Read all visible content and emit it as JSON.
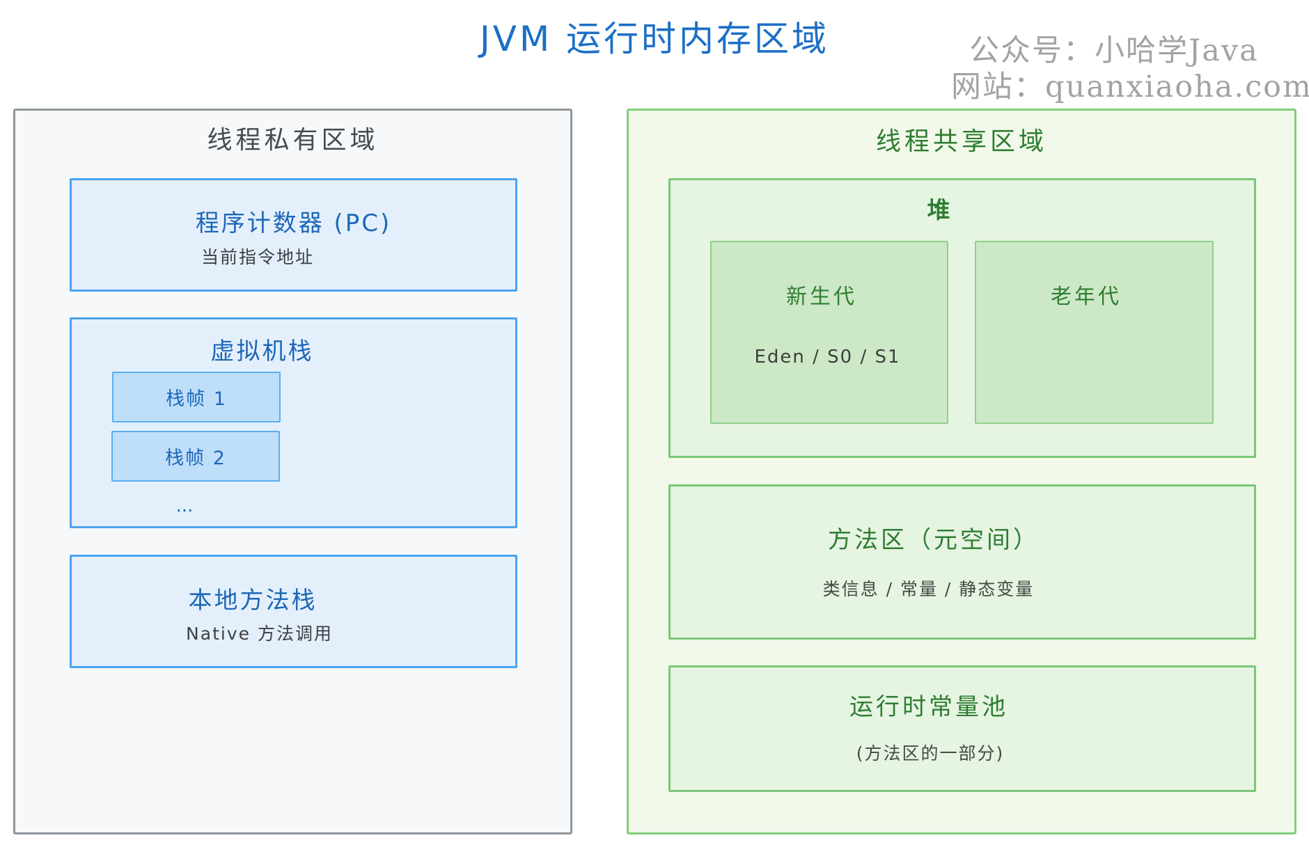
{
  "title": "JVM 运行时内存区域",
  "watermark": {
    "line1": "公众号：小哈学Java",
    "line2": "网站：quanxiaoha.com"
  },
  "private_region": {
    "label": "线程私有区域",
    "program_counter": {
      "title": "程序计数器 (PC)",
      "subtitle": "当前指令地址"
    },
    "vm_stack": {
      "title": "虚拟机栈",
      "frames": [
        "栈帧 1",
        "栈帧 2"
      ],
      "ellipsis": "..."
    },
    "native_method_stack": {
      "title": "本地方法栈",
      "subtitle": "Native 方法调用"
    }
  },
  "shared_region": {
    "label": "线程共享区域",
    "heap": {
      "title": "堆",
      "young_generation": {
        "title": "新生代",
        "subtitle": "Eden / S0 / S1"
      },
      "old_generation": {
        "title": "老年代"
      }
    },
    "method_area": {
      "title": "方法区（元空间）",
      "subtitle": "类信息 / 常量 / 静态变量"
    },
    "runtime_constant_pool": {
      "title": "运行时常量池",
      "subtitle": "(方法区的一部分)"
    }
  },
  "colors": {
    "title": "#1c6fc6",
    "private_border": "#8f969c",
    "private_fill": "#f7f8f9",
    "shared_border": "#7fcf7c",
    "shared_fill": "#f2f9ea",
    "blue_box_fill": "#e3f0fc",
    "blue_box_border": "#4aa4ee",
    "green_box_fill": "#e6f4e2",
    "green_text": "#2e7d32"
  }
}
